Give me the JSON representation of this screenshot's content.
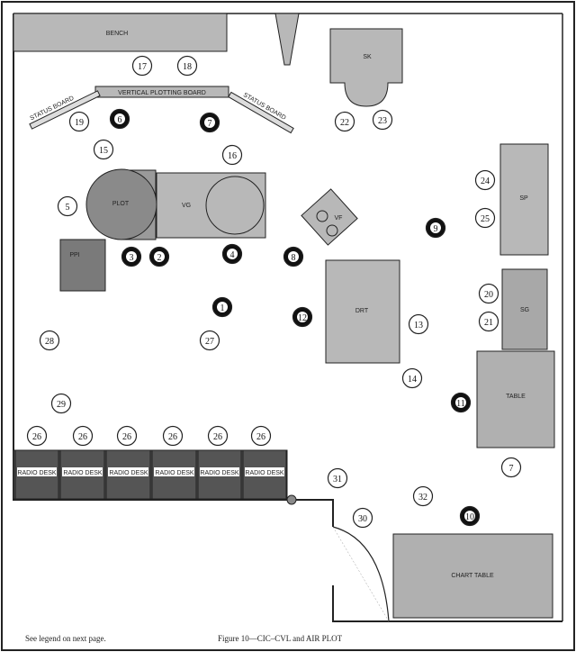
{
  "footer": {
    "legend_note": "See legend on next page.",
    "caption": "Figure 10—CIC–CVL and AIR PLOT"
  },
  "labels": {
    "bench": "BENCH",
    "sk": "SK",
    "vertical_plotting_board": "VERTICAL PLOTTING BOARD",
    "status_board_left": "STATUS BOARD",
    "status_board_right": "STATUS BOARD",
    "plot": "PLOT",
    "vg": "VG",
    "vf": "VF",
    "ppi": "PPI",
    "drt": "DRT",
    "sp": "SP",
    "sg": "SG",
    "table": "TABLE",
    "chart_table": "CHART TABLE",
    "radio_desk": "RADIO DESK"
  },
  "markers": [
    {
      "n": "17"
    },
    {
      "n": "18"
    },
    {
      "n": "19"
    },
    {
      "n": "6"
    },
    {
      "n": "7"
    },
    {
      "n": "22"
    },
    {
      "n": "23"
    },
    {
      "n": "15"
    },
    {
      "n": "16"
    },
    {
      "n": "5"
    },
    {
      "n": "24"
    },
    {
      "n": "25"
    },
    {
      "n": "9"
    },
    {
      "n": "3"
    },
    {
      "n": "2"
    },
    {
      "n": "4"
    },
    {
      "n": "8"
    },
    {
      "n": "20"
    },
    {
      "n": "21"
    },
    {
      "n": "1"
    },
    {
      "n": "12"
    },
    {
      "n": "13"
    },
    {
      "n": "28"
    },
    {
      "n": "27"
    },
    {
      "n": "14"
    },
    {
      "n": "29"
    },
    {
      "n": "11"
    },
    {
      "n": "26"
    },
    {
      "n": "26"
    },
    {
      "n": "26"
    },
    {
      "n": "26"
    },
    {
      "n": "26"
    },
    {
      "n": "26"
    },
    {
      "n": "7"
    },
    {
      "n": "31"
    },
    {
      "n": "32"
    },
    {
      "n": "30"
    },
    {
      "n": "10"
    }
  ],
  "colors": {
    "equipment": "#b8b8b8",
    "equipment_dark": "#8a8a8a",
    "radio_desk": "#4a4a4a",
    "line": "#222222"
  }
}
